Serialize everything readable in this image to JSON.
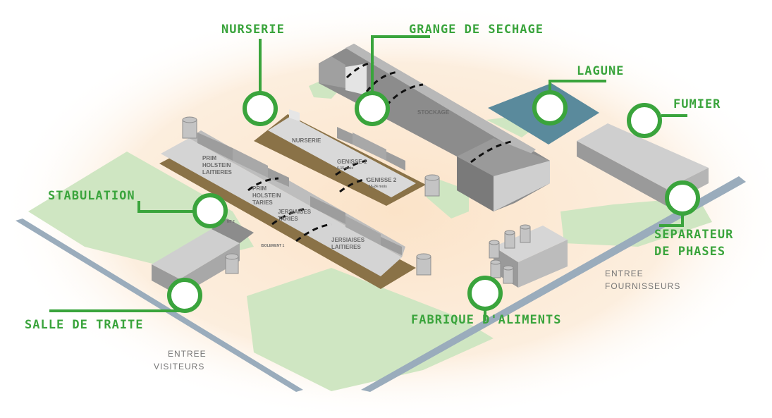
{
  "colors": {
    "accent": "#3aa43c",
    "glow": "#fbe3c8",
    "grass": "#cfe6c2",
    "road": "#9aacbc",
    "lagoon": "#5a8a9c",
    "roof_light": "#d6d6d6",
    "roof_dark": "#8c8c8c",
    "wall": "#a6a6a6",
    "bedding": "#8a7247"
  },
  "callouts": {
    "nurserie": "NURSERIE",
    "grange": "GRANGE DE SECHAGE",
    "lagune": "LAGUNE",
    "fumier": "FUMIER",
    "stabulation": "STABULATION",
    "separateur_line1": "SEPARATEUR",
    "separateur_line2": "DE PHASES",
    "salle_traite": "SALLE DE TRAITE",
    "fabrique": "FABRIQUE D'ALIMENTS"
  },
  "buildings": {
    "stockage": "STOCKAGE",
    "nurserie": "NURSERIE",
    "genisse1": "GENISSE 1",
    "genisse1_age": "6-15 mois",
    "genisse2": "GENISSE 2",
    "genisse2_age": "15-24 mois",
    "prim_laitieres": [
      "PRIM",
      "HOLSTEIN",
      "LAITIERES"
    ],
    "prim_taries": [
      "PRIM",
      "HOLSTEIN",
      "TARIES"
    ],
    "jersiaises_taries": [
      "JERSIAISES",
      "TARIES"
    ],
    "jersiaises_laitieres": [
      "JERSIAISES",
      "LAITIERES"
    ],
    "isolement1": "ISOLEMENT 1",
    "isolement2_fragment": "NT 2"
  },
  "entries": {
    "fournisseurs": [
      "ENTREE",
      "FOURNISSEURS"
    ],
    "visiteurs": [
      "ENTREE",
      "VISITEURS"
    ]
  }
}
